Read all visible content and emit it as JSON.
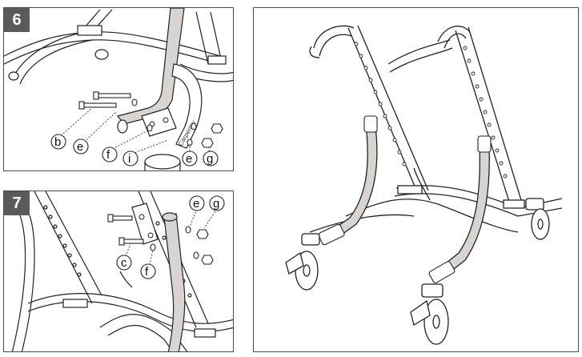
{
  "panels": {
    "step6": {
      "number": "6",
      "callouts": [
        "b",
        "e",
        "f",
        "i",
        "e",
        "g"
      ],
      "tube_text": "Carpentry"
    },
    "step7": {
      "number": "7",
      "callouts": [
        "e",
        "g",
        "c",
        "f"
      ]
    }
  },
  "colors": {
    "line": "#222222",
    "tube_fill": "#d7d4d2",
    "badge": "#5a5a5a"
  },
  "icons": [
    "bolt-icon",
    "washer-icon",
    "nut-icon",
    "caster-wheel-icon"
  ]
}
